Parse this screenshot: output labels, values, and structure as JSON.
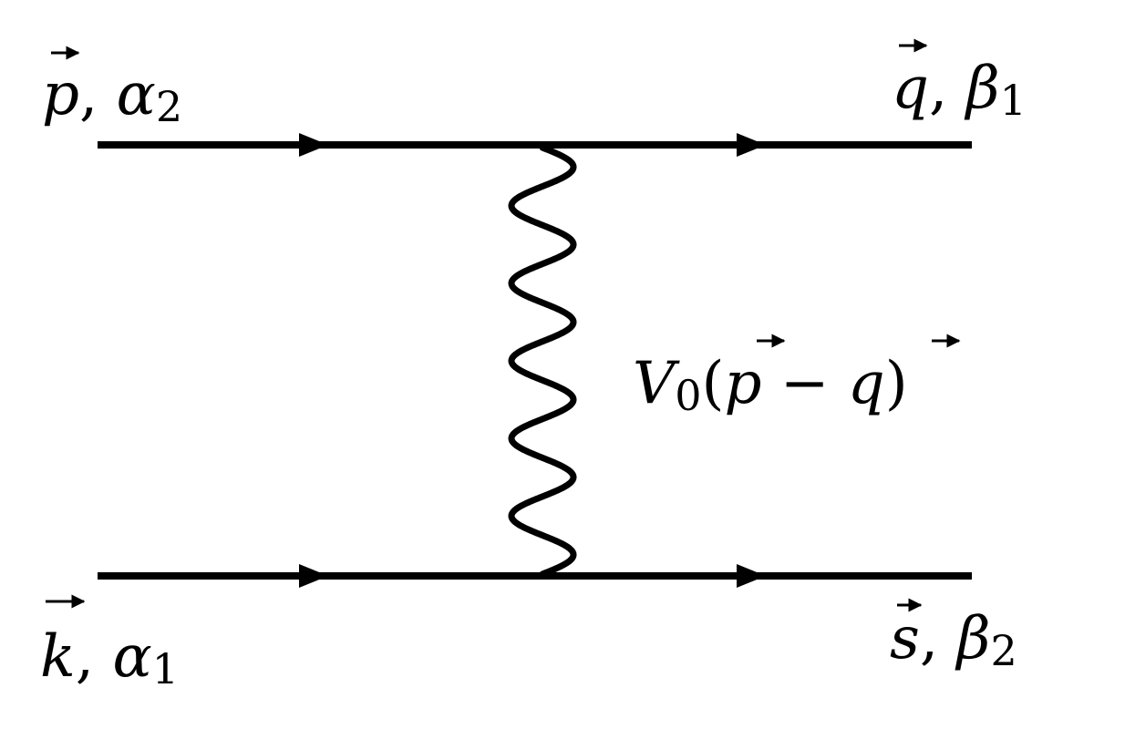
{
  "diagram": {
    "labels": {
      "top_left": {
        "momentum": "p",
        "separator": ", ",
        "greek": "α",
        "subscript": "2"
      },
      "top_right": {
        "momentum": "q",
        "separator": ", ",
        "greek": "β",
        "subscript": "1"
      },
      "bottom_left": {
        "momentum": "k",
        "separator": ", ",
        "greek": "α",
        "subscript": "1"
      },
      "bottom_right": {
        "momentum": "s",
        "separator": ", ",
        "greek": "β",
        "subscript": "2"
      },
      "interaction": {
        "symbol": "V",
        "subscript": "0",
        "open_paren": "(",
        "first_momentum": "p",
        "operator": " − ",
        "second_momentum": "q",
        "close_paren": ")"
      }
    }
  }
}
